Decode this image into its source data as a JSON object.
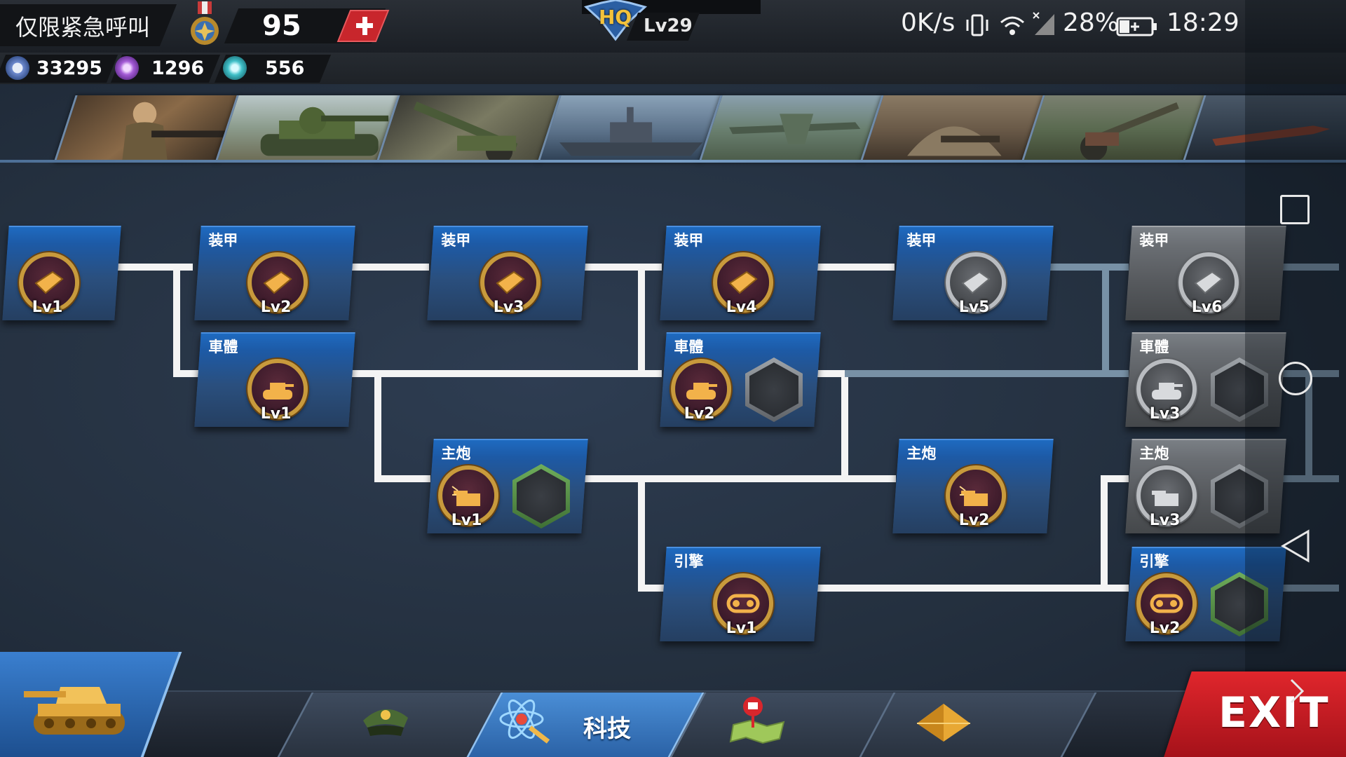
{
  "status_bar": {
    "notification": "仅限紧急呼叫",
    "net_speed": "0K/s",
    "battery": "28%",
    "time": "18:29"
  },
  "player": {
    "medal_count": "95",
    "hq_badge": "HQ",
    "hq_level": "Lv29"
  },
  "resources": [
    {
      "name": "gear-icon",
      "value": "33295",
      "color": "#6f8bd0"
    },
    {
      "name": "energy-icon",
      "value": "1296",
      "color": "#a45bd6"
    },
    {
      "name": "atom-icon",
      "value": "556",
      "color": "#3fc0c8"
    }
  ],
  "unit_tabs": [
    "infantry",
    "tank",
    "artillery",
    "warship",
    "aircraft",
    "bunker",
    "anti-air",
    "missile"
  ],
  "tech_tree": {
    "cards": [
      {
        "id": "armor-1",
        "header": "",
        "level": "Lv1",
        "state": "unlocked"
      },
      {
        "id": "armor-2",
        "header": "装甲",
        "level": "Lv2",
        "state": "unlocked"
      },
      {
        "id": "armor-3",
        "header": "装甲",
        "level": "Lv3",
        "state": "unlocked"
      },
      {
        "id": "armor-4",
        "header": "装甲",
        "level": "Lv4",
        "state": "unlocked"
      },
      {
        "id": "armor-5",
        "header": "装甲",
        "level": "Lv5",
        "state": "available"
      },
      {
        "id": "armor-6",
        "header": "装甲",
        "level": "Lv6",
        "state": "locked"
      },
      {
        "id": "hull-1",
        "header": "車體",
        "level": "Lv1",
        "state": "unlocked"
      },
      {
        "id": "hull-2",
        "header": "車體",
        "level": "Lv2",
        "state": "unlocked"
      },
      {
        "id": "hull-3",
        "header": "車體",
        "level": "Lv3",
        "state": "locked"
      },
      {
        "id": "gun-1",
        "header": "主炮",
        "level": "Lv1",
        "state": "unlocked"
      },
      {
        "id": "gun-2",
        "header": "主炮",
        "level": "Lv2",
        "state": "unlocked"
      },
      {
        "id": "gun-3",
        "header": "主炮",
        "level": "Lv3",
        "state": "locked"
      },
      {
        "id": "engine-1",
        "header": "引擎",
        "level": "Lv1",
        "state": "unlocked"
      },
      {
        "id": "engine-2",
        "header": "引擎",
        "level": "Lv2",
        "state": "unlocked"
      }
    ]
  },
  "bottom_nav": {
    "tabs": [
      {
        "name": "commander-hat-icon",
        "label": ""
      },
      {
        "name": "tech-atom-icon",
        "label": "科技"
      },
      {
        "name": "map-icon",
        "label": ""
      },
      {
        "name": "diamond-icon",
        "label": ""
      }
    ],
    "exit_label": "EXIT"
  }
}
